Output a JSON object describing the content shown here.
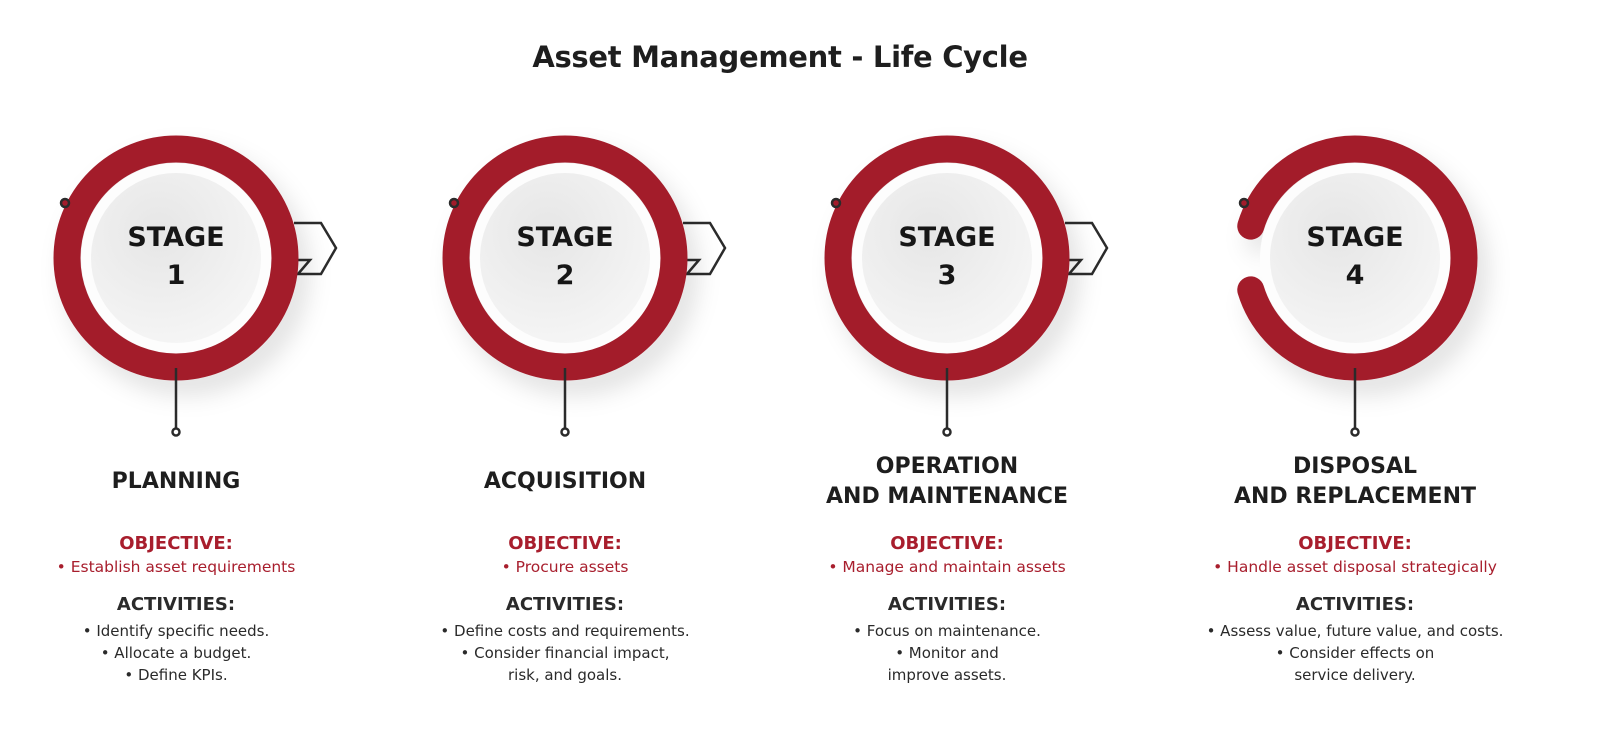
{
  "title": "Asset Management - Life Cycle",
  "colors": {
    "accent": "#a31c2b",
    "text": "#1e1e1e",
    "objective_text": "#a81e2d"
  },
  "objective_heading": "OBJECTIVE:",
  "activities_heading": "ACTIVITIES:",
  "stages": [
    {
      "stage_word": "STAGE",
      "number": "1",
      "title_lines": [
        "PLANNING"
      ],
      "objective": "• Establish asset requirements",
      "activities": [
        "• Identify specific needs.",
        "• Allocate a budget.",
        "• Define KPIs."
      ],
      "arrow": true,
      "gap": false
    },
    {
      "stage_word": "STAGE",
      "number": "2",
      "title_lines": [
        "ACQUISITION"
      ],
      "objective": "• Procure assets",
      "activities": [
        "• Define costs and requirements.",
        "• Consider financial impact,",
        "risk, and goals."
      ],
      "arrow": true,
      "gap": false
    },
    {
      "stage_word": "STAGE",
      "number": "3",
      "title_lines": [
        "OPERATION",
        "AND MAINTENANCE"
      ],
      "objective": "• Manage and maintain assets",
      "activities": [
        "• Focus on maintenance.",
        "• Monitor and",
        "improve assets."
      ],
      "arrow": true,
      "gap": false
    },
    {
      "stage_word": "STAGE",
      "number": "4",
      "title_lines": [
        "DISPOSAL",
        "AND REPLACEMENT"
      ],
      "objective": "• Handle asset disposal strategically",
      "activities": [
        "• Assess value, future value, and costs.",
        "• Consider effects on",
        "service delivery."
      ],
      "arrow": false,
      "gap": true
    }
  ]
}
